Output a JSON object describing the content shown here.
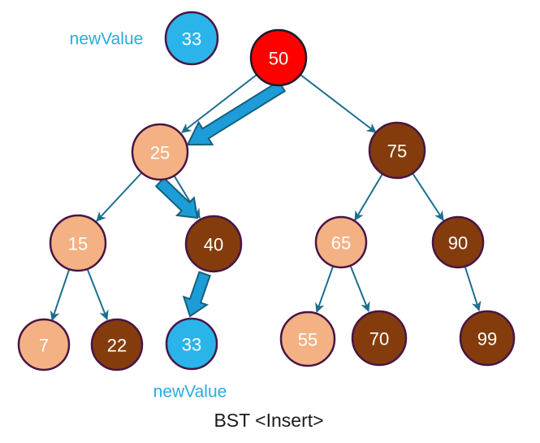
{
  "title": "BST <Insert>",
  "legend": {
    "label": "newValue",
    "value": "33"
  },
  "inserted": {
    "label": "newValue",
    "value": "33"
  },
  "nodes": {
    "n50": "50",
    "n25": "25",
    "n75": "75",
    "n15": "15",
    "n40": "40",
    "n65": "65",
    "n90": "90",
    "n7": "7",
    "n22": "22",
    "n33": "33",
    "n55": "55",
    "n70": "70",
    "n99": "99"
  },
  "edges": [
    [
      "50",
      "25"
    ],
    [
      "50",
      "75"
    ],
    [
      "25",
      "15"
    ],
    [
      "25",
      "40"
    ],
    [
      "15",
      "7"
    ],
    [
      "15",
      "22"
    ],
    [
      "75",
      "65"
    ],
    [
      "75",
      "90"
    ],
    [
      "65",
      "55"
    ],
    [
      "65",
      "70"
    ],
    [
      "90",
      "99"
    ]
  ],
  "insert_path": [
    "50",
    "25",
    "40",
    "33"
  ],
  "colors": {
    "node_red": "#FF0000",
    "node_peach": "#F4B183",
    "node_brown": "#843C0C",
    "node_cyan": "#2AB4EA",
    "node_border": "#471645",
    "root_border": "#1A1A2B",
    "edge": "#1C6E8E",
    "insert_arrow": "#1E9CD8",
    "insert_arrow_border": "#15607C",
    "label_cyan": "#29ABE2",
    "title_color": "#1A1A1A"
  }
}
